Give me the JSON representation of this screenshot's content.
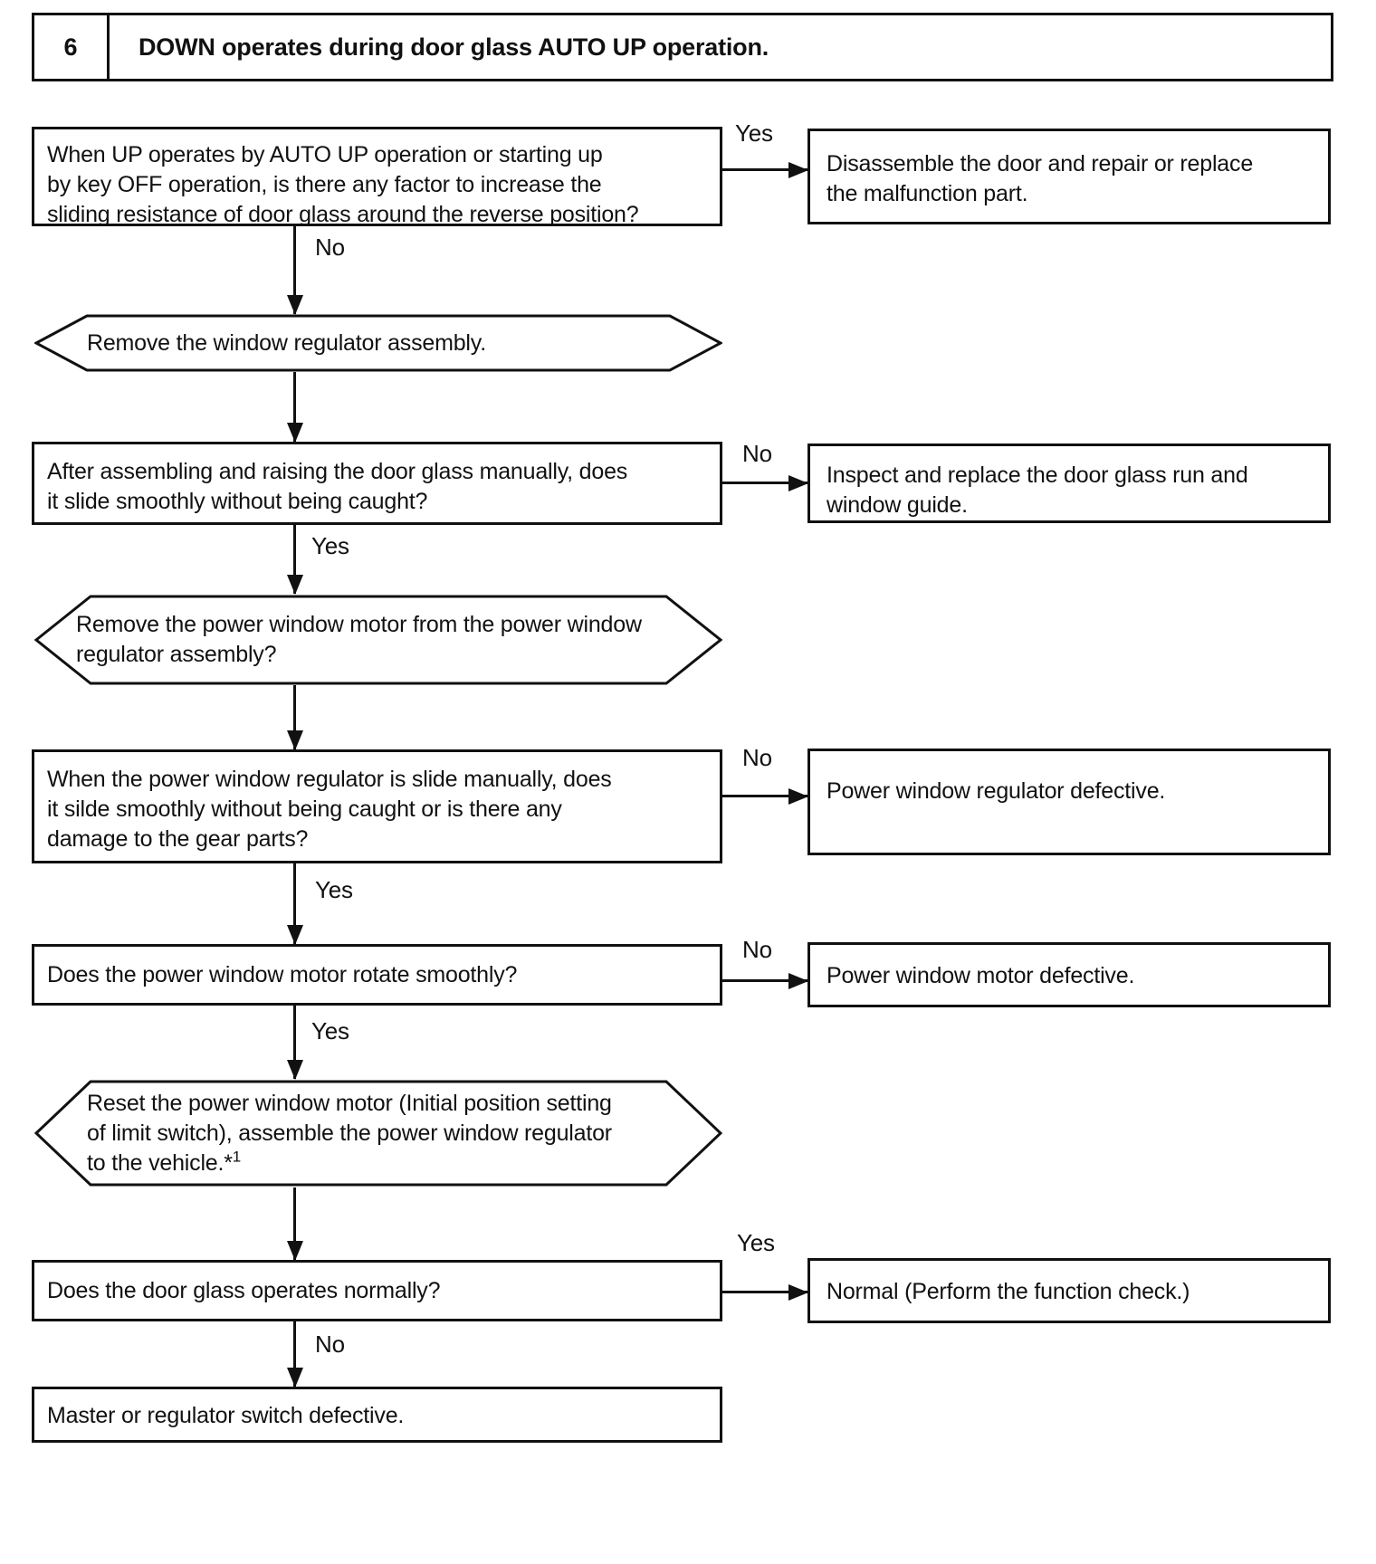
{
  "header": {
    "number": "6",
    "title": "DOWN operates during door glass AUTO UP operation."
  },
  "arrows": {
    "q1_side": "Yes",
    "q1_down": "No",
    "q2_side": "No",
    "q2_down": "Yes",
    "q3_side": "No",
    "q3_down": "Yes",
    "q4_side": "No",
    "q4_down": "Yes",
    "q5_side": "Yes",
    "q5_down": "No"
  },
  "nodes": {
    "q1": {
      "lines": [
        "When UP operates by AUTO UP operation or starting up",
        "by key OFF operation, is there any factor to increase the",
        "sliding resistance of door glass around the reverse position?"
      ]
    },
    "r1": {
      "lines": [
        "Disassemble the door and repair or replace",
        "the malfunction part."
      ]
    },
    "p1": {
      "lines": [
        "Remove the window regulator assembly."
      ]
    },
    "q2": {
      "lines": [
        "After assembling and raising the door glass manually, does",
        "it slide smoothly without being caught?"
      ]
    },
    "r2": {
      "lines": [
        "Inspect and replace the door glass run and",
        "window guide."
      ]
    },
    "p2": {
      "lines": [
        "Remove the power window motor from the power window",
        "regulator assembly?"
      ]
    },
    "q3": {
      "lines": [
        "When the power window regulator is slide manually, does",
        "it silde smoothly without being caught or is there any",
        "damage to the gear parts?"
      ]
    },
    "r3": {
      "lines": [
        "Power window regulator defective."
      ]
    },
    "q4": {
      "lines": [
        "Does the power window motor rotate smoothly?"
      ]
    },
    "r4": {
      "lines": [
        "Power window motor defective."
      ]
    },
    "p3": {
      "lines": [
        "Reset the power window motor (Initial position setting",
        "of limit switch), assemble the power window regulator",
        "to the vehicle.*"
      ],
      "footnote_ref": "1"
    },
    "q5": {
      "lines": [
        "Does the door glass operates normally?"
      ]
    },
    "r5": {
      "lines": [
        "Normal (Perform the function check.)"
      ]
    },
    "end": {
      "lines": [
        "Master or regulator switch defective."
      ]
    }
  }
}
